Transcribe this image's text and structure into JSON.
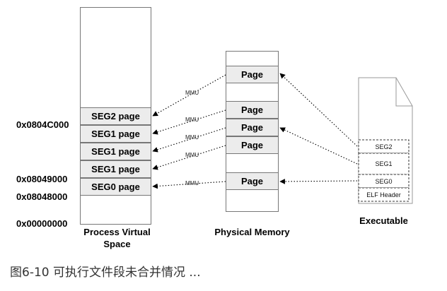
{
  "virtual_space": {
    "title_line1": "Process Virtual",
    "title_line2": "Space",
    "segments": [
      "SEG2 page",
      "SEG1 page",
      "SEG1 page",
      "SEG1 page",
      "SEG0 page"
    ],
    "addresses": [
      "0x0804C000",
      "0x08049000",
      "0x08048000",
      "0x00000000"
    ]
  },
  "physical_memory": {
    "title": "Physical Memory",
    "pages": [
      "Page",
      "Page",
      "Page",
      "Page",
      "Page"
    ]
  },
  "mmu_label": "MMU",
  "executable": {
    "title": "Executable",
    "segments": [
      "SEG2",
      "SEG1",
      "SEG0",
      "ELF Header"
    ]
  },
  "caption": "图6-10 可执行文件段未合并情况 ..."
}
